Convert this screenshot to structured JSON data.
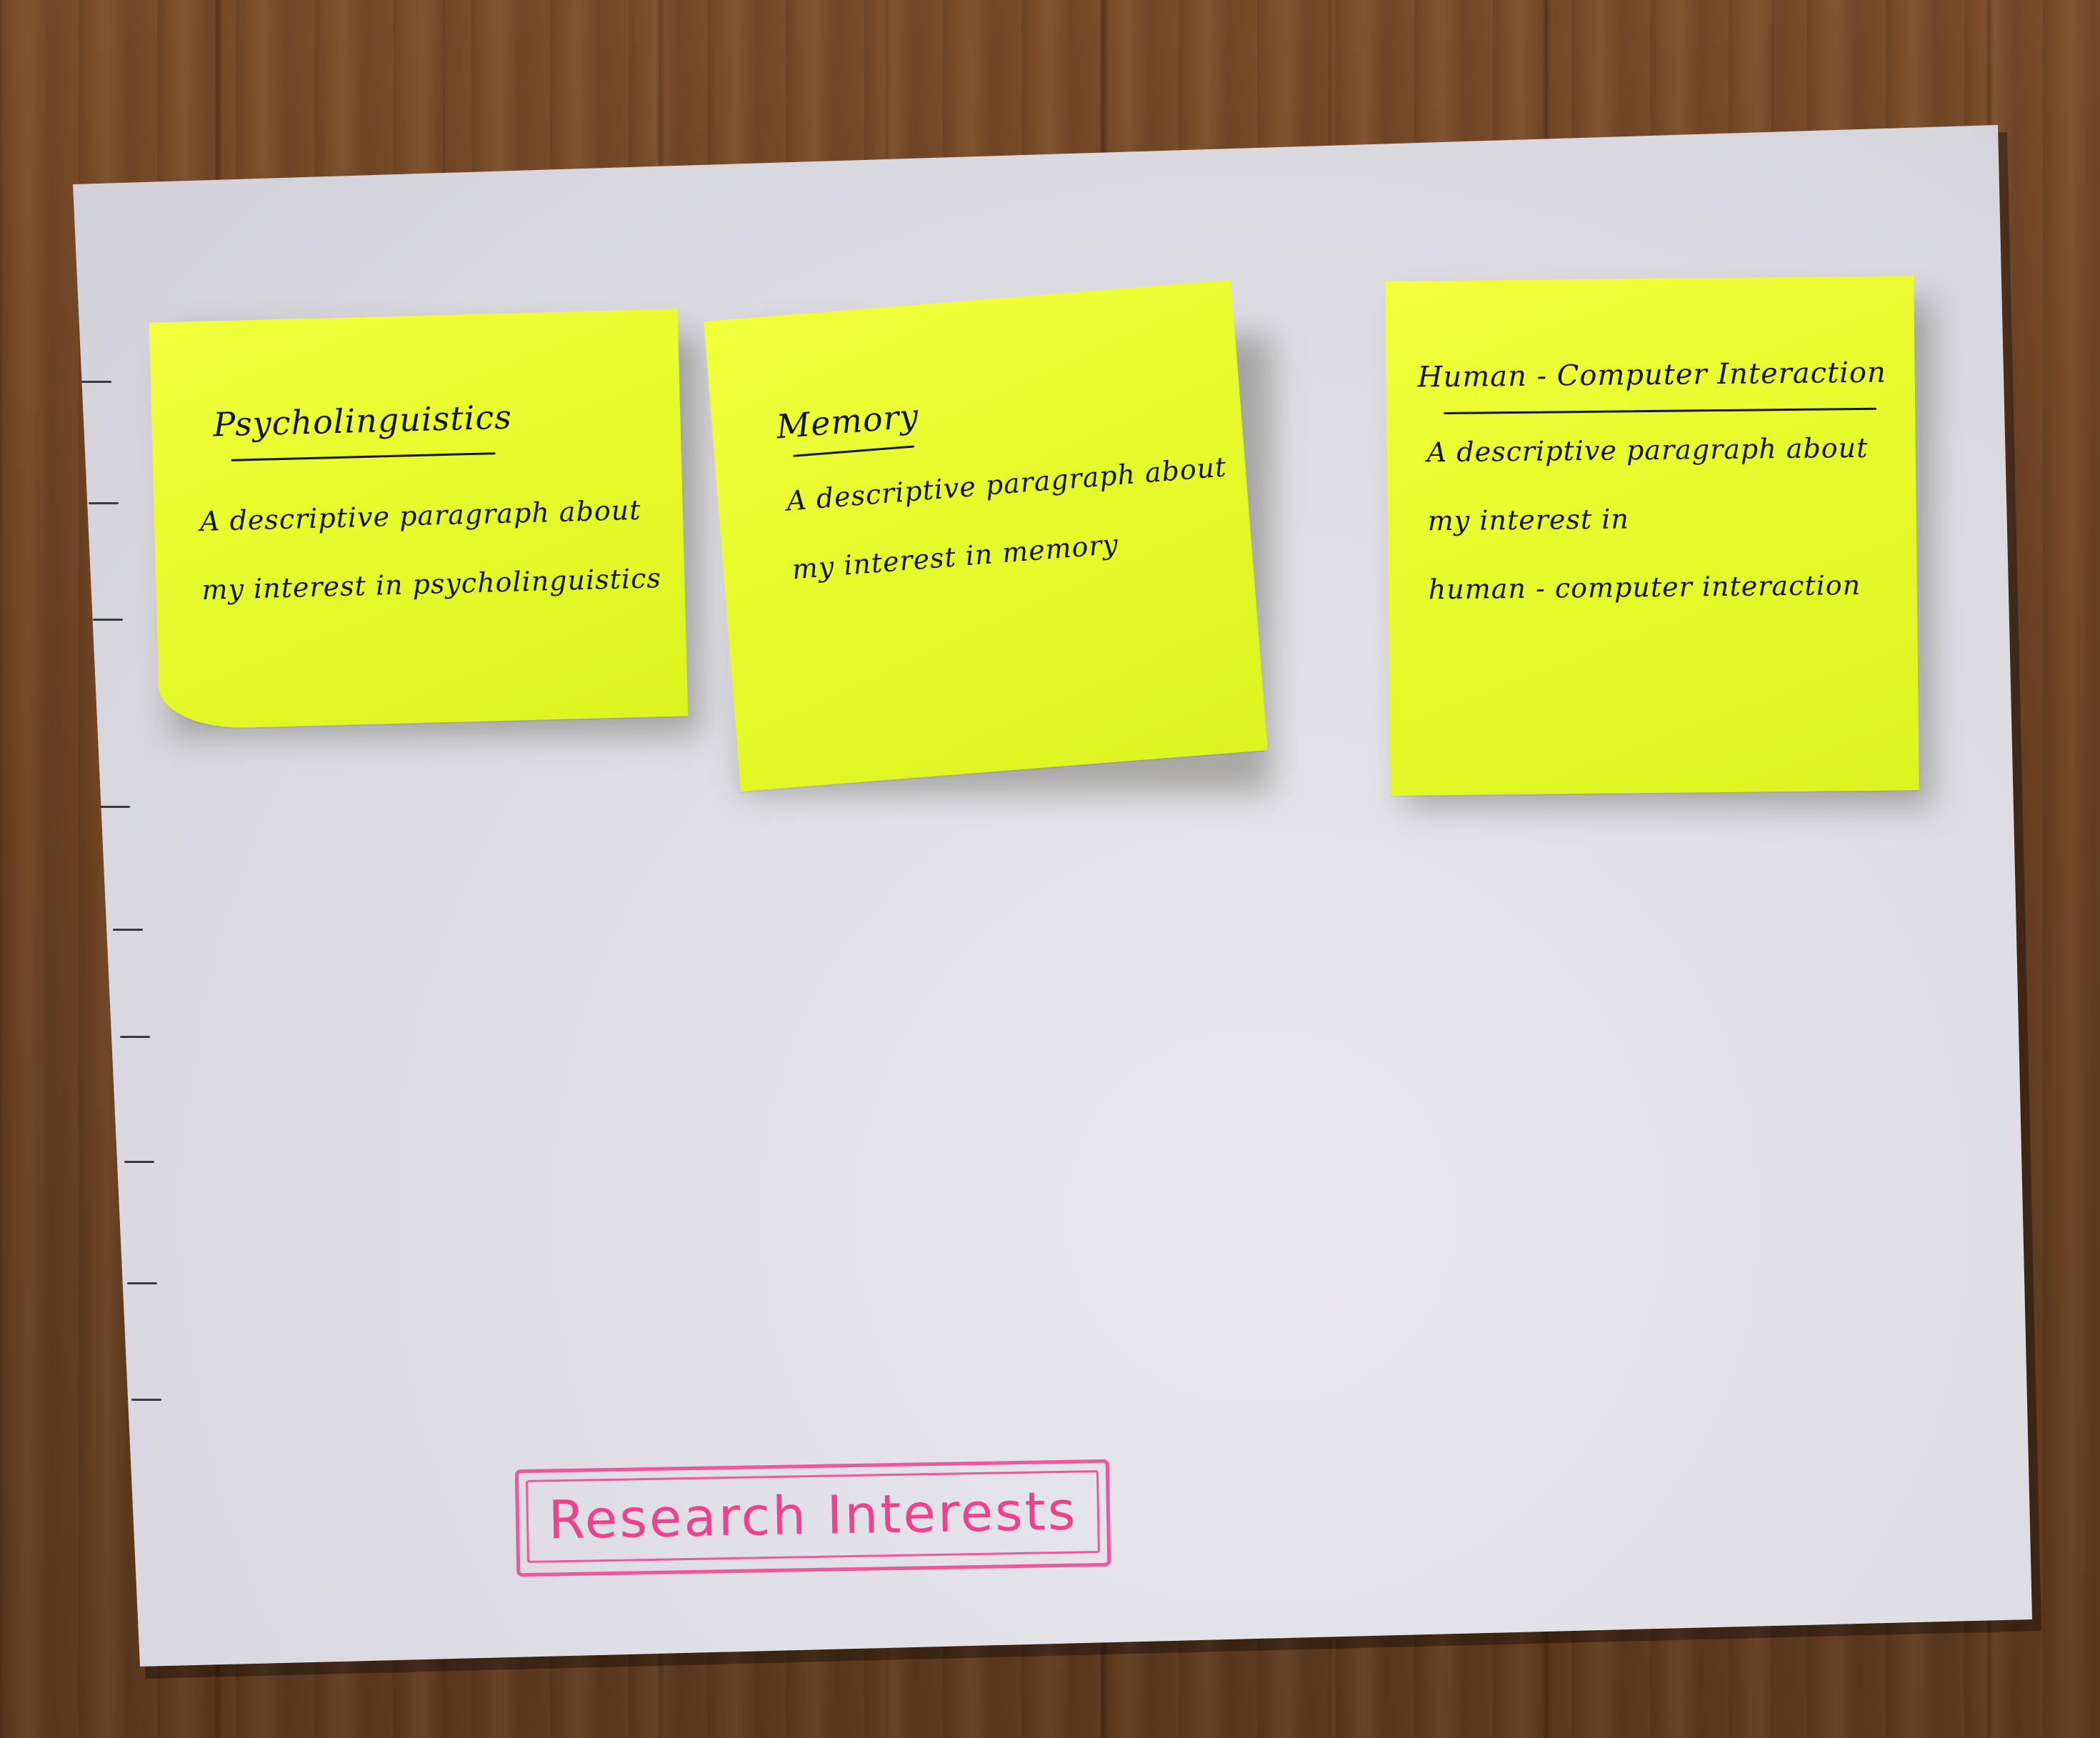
{
  "notes": [
    {
      "title": "Psycholinguistics",
      "lines": [
        "A descriptive paragraph about",
        "my interest in psycholinguistics"
      ]
    },
    {
      "title": "Memory",
      "lines": [
        "A descriptive paragraph about",
        "my interest in memory"
      ]
    },
    {
      "title": "Human - Computer Interaction",
      "lines": [
        "A descriptive paragraph about",
        "my interest in",
        "human - computer interaction"
      ]
    }
  ],
  "page_label": "Research Interests",
  "colors": {
    "sticky_note": "#e6fb2c",
    "label_ink": "#f0428c",
    "paper": "#dcdbe2",
    "table": "#6e4424"
  }
}
